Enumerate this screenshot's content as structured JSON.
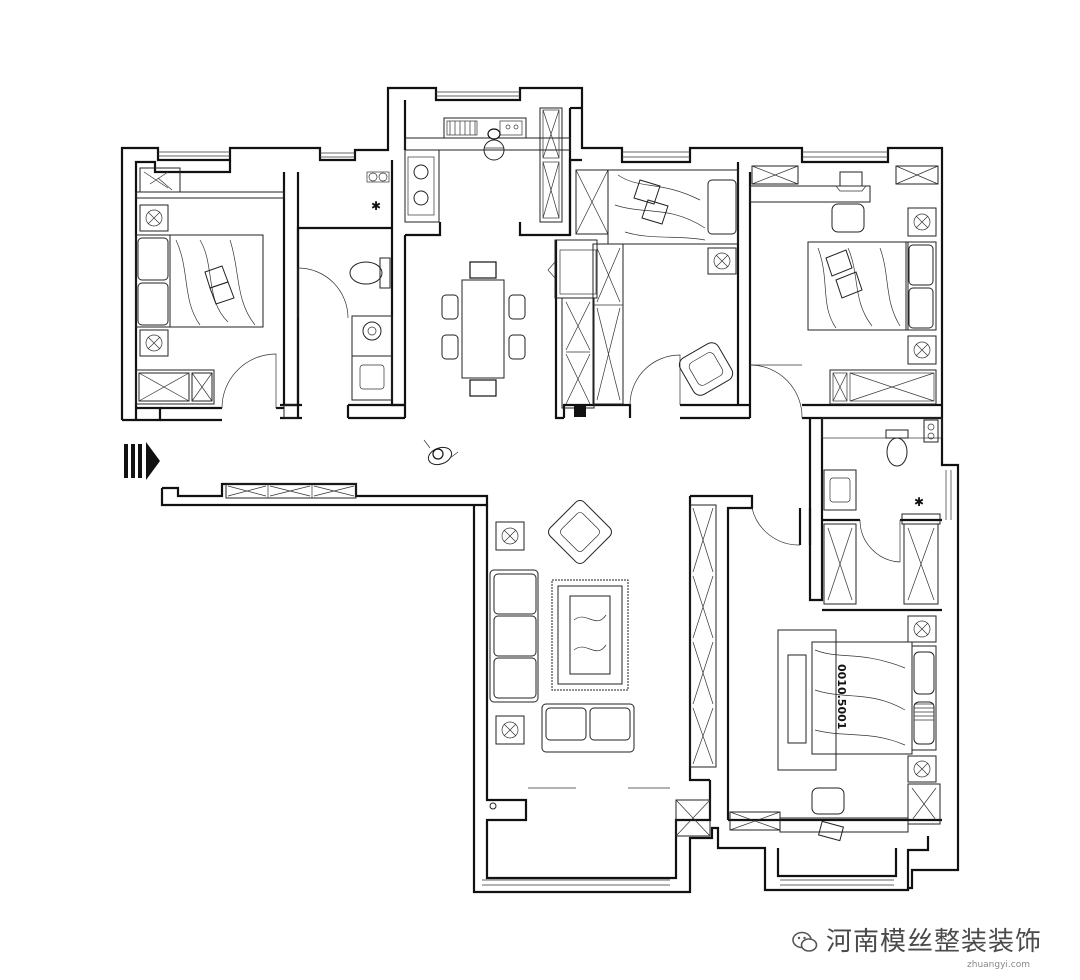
{
  "watermark": {
    "text": "河南模丝整装装饰",
    "sub_text": "zhuangyi.com",
    "logo_icon": "wechat-logo-icon"
  },
  "labels": {
    "bed_tag": "0010.5001"
  },
  "colors": {
    "lines": "#111111",
    "background": "#ffffff",
    "watermark": "#4a4a4a"
  },
  "icons": {
    "entry_arrow": "entry-arrow-icon",
    "plant": "plant-icon",
    "person": "person-icon",
    "laptop": "laptop-icon"
  }
}
